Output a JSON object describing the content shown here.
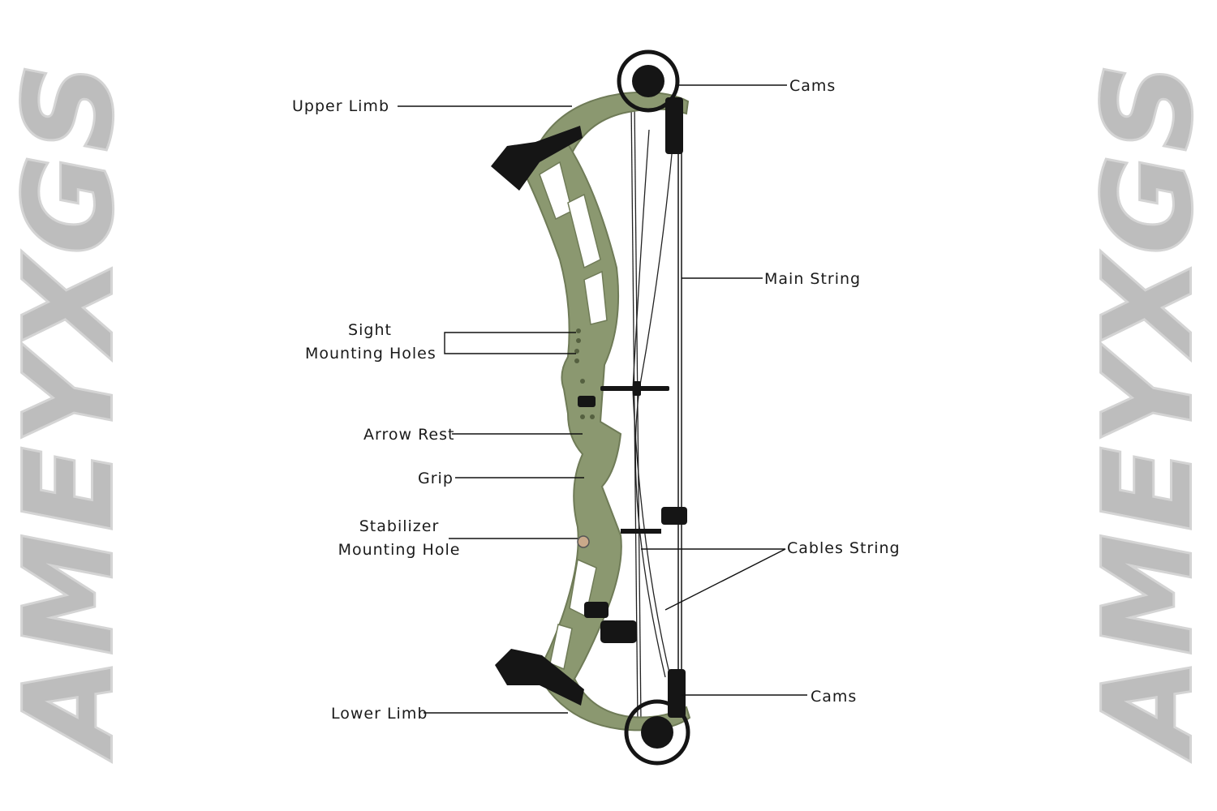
{
  "brand": {
    "left_text": "AMEYXGS",
    "right_text": "AMEYXGS"
  },
  "labels": {
    "upper_limb": "Upper Limb",
    "cams_top": "Cams",
    "main_string": "Main String",
    "sight_line1": "Sight",
    "sight_line2": "Mounting Holes",
    "arrow_rest": "Arrow Rest",
    "grip": "Grip",
    "stabilizer_line1": "Stabilizer",
    "stabilizer_line2": "Mounting Hole",
    "cables_string": "Cables String",
    "cams_bottom": "Cams",
    "lower_limb": "Lower Limb"
  },
  "colors": {
    "riser": "#8b9870",
    "riser_dark": "#6f7b57",
    "hardware": "#151515",
    "leader": "#111111",
    "watermark": "#bdbdbd"
  },
  "icons": {
    "product": "compound-bow-illustration"
  }
}
